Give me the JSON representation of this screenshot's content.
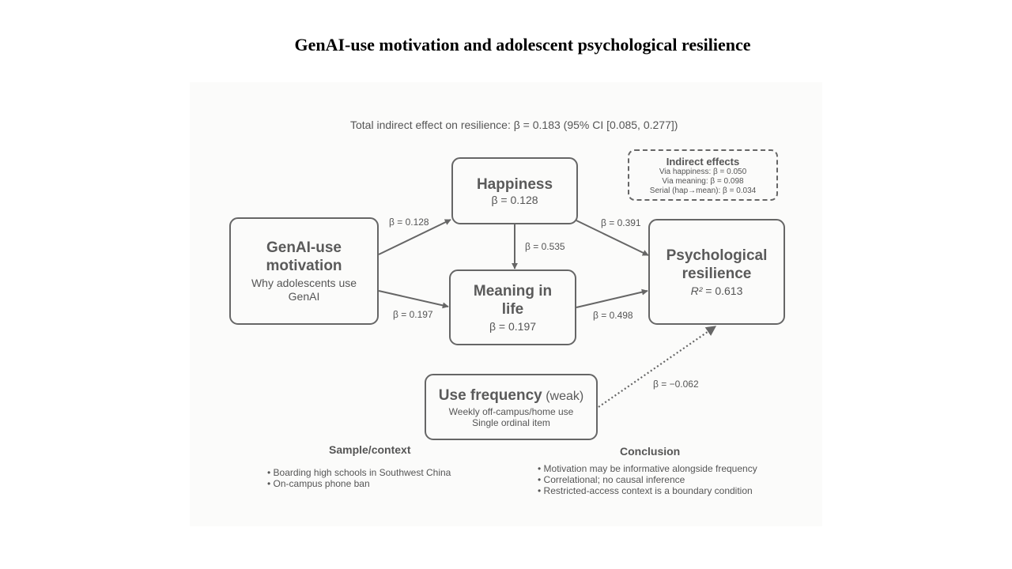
{
  "title": "GenAI-use motivation and adolescent psychological resilience",
  "total_effect": "Total indirect effect on resilience: β = 0.183 (95% CI [0.085, 0.277])",
  "nodes": {
    "genai": {
      "title": "GenAI-use motivation",
      "sub": "Why adolescents use GenAI"
    },
    "happiness": {
      "title": "Happiness",
      "beta": "β = 0.128"
    },
    "meaning": {
      "title": "Meaning in life",
      "beta": "β = 0.197"
    },
    "resilience": {
      "title": "Psychological resilience",
      "r2_label": "R²",
      "r2_value": " = 0.613"
    },
    "frequency": {
      "title": "Use frequency",
      "qualifier": "(weak)",
      "line1": "Weekly off-campus/home use",
      "line2": "Single ordinal item"
    }
  },
  "paths": {
    "genai_happiness": "β = 0.128",
    "genai_meaning": "β = 0.197",
    "happiness_meaning": "β = 0.535",
    "happiness_resilience": "β = 0.391",
    "meaning_resilience": "β = 0.498",
    "frequency_resilience": "β = −0.062"
  },
  "indirect": {
    "title": "Indirect effects",
    "items": [
      "Via happiness: β = 0.050",
      "Via meaning: β = 0.098",
      "Serial (hap→mean): β = 0.034"
    ]
  },
  "sample": {
    "title": "Sample/context",
    "items": [
      "Boarding high schools in Southwest China",
      "On-campus phone ban"
    ]
  },
  "conclusion": {
    "title": "Conclusion",
    "items": [
      "Motivation may be informative alongside frequency",
      "Correlational; no causal inference",
      "Restricted-access context is a boundary condition"
    ]
  },
  "colors": {
    "stroke": "#666666",
    "text": "#555555",
    "panel": "#fbfbfa"
  },
  "icons": [
    "arrowhead"
  ]
}
